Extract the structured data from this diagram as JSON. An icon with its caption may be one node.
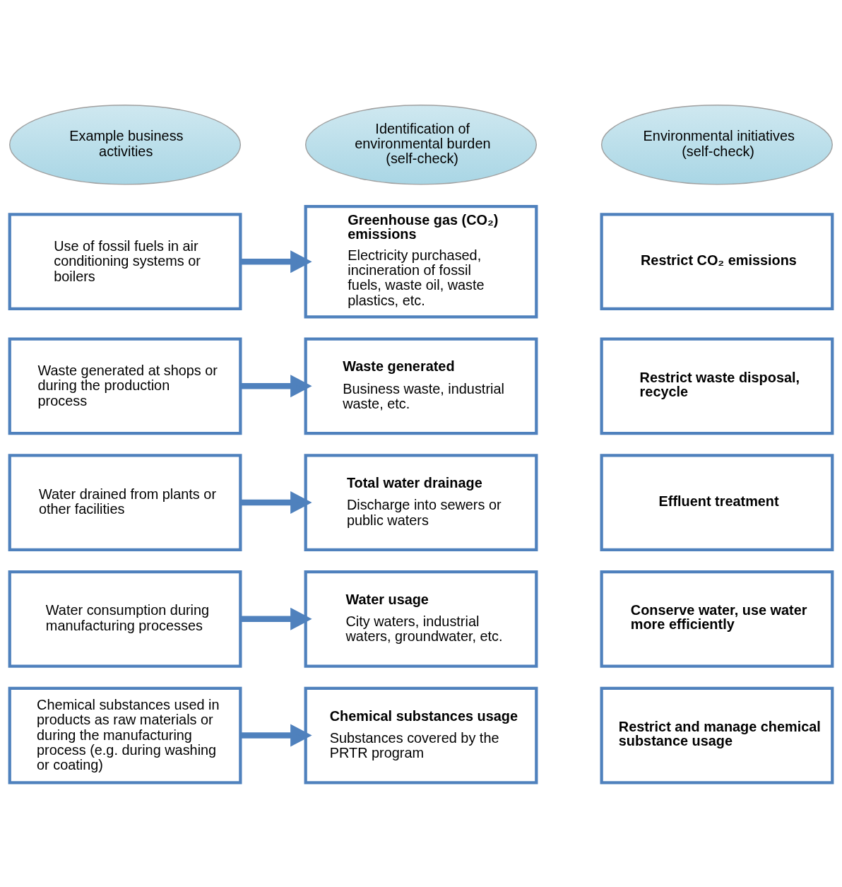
{
  "diagram": {
    "nodes": [
      {
        "text": [
          "Example business activities"
        ]
      },
      {
        "text": [
          "Identification of environmental burden (self-check)"
        ]
      },
      {
        "text": [
          "Environmental initiatives (self-check)"
        ]
      },
      {
        "text": [
          "Use of fossil fuels in air conditioning systems or boilers"
        ]
      },
      {
        "text": [
          "Greenhouse gas (CO₂) emissions",
          "Electricity purchased, incineration of fossil fuels, waste oil, waste plastics, etc."
        ]
      },
      {
        "text": [
          "Restrict CO₂ emissions"
        ]
      },
      {
        "text": [
          "Waste generated at shops or during the production process"
        ]
      },
      {
        "text": [
          "Waste generated",
          "Business waste, industrial waste, etc."
        ]
      },
      {
        "text": [
          "Restrict waste disposal, recycle"
        ]
      },
      {
        "text": [
          "Water drained from plants or other facilities"
        ]
      },
      {
        "text": [
          "Total water drainage",
          "Discharge into sewers or public waters"
        ]
      },
      {
        "text": [
          "Effluent treatment"
        ]
      },
      {
        "text": [
          "Water consumption during manufacturing processes"
        ]
      },
      {
        "text": [
          "Water usage",
          "City waters, industrial waters, groundwater, etc."
        ]
      },
      {
        "text": [
          "Conserve water, use water more efficiently"
        ]
      },
      {
        "text": [
          "Chemical substances used in products as raw materials or during the manufacturing process (e.g. during washing or coating)"
        ]
      },
      {
        "text": [
          "Chemical substances usage",
          "Substances covered by the PRTR program"
        ]
      },
      {
        "text": [
          "Restrict and manage chemical substance usage"
        ]
      }
    ],
    "edges": [
      {
        "from": 3,
        "to": 4,
        "arrow": "to"
      },
      {
        "from": 6,
        "to": 7,
        "arrow": "to"
      },
      {
        "from": 9,
        "to": 10,
        "arrow": "to"
      },
      {
        "from": 12,
        "to": 13,
        "arrow": "to"
      },
      {
        "from": 15,
        "to": 16,
        "arrow": "to"
      }
    ]
  }
}
